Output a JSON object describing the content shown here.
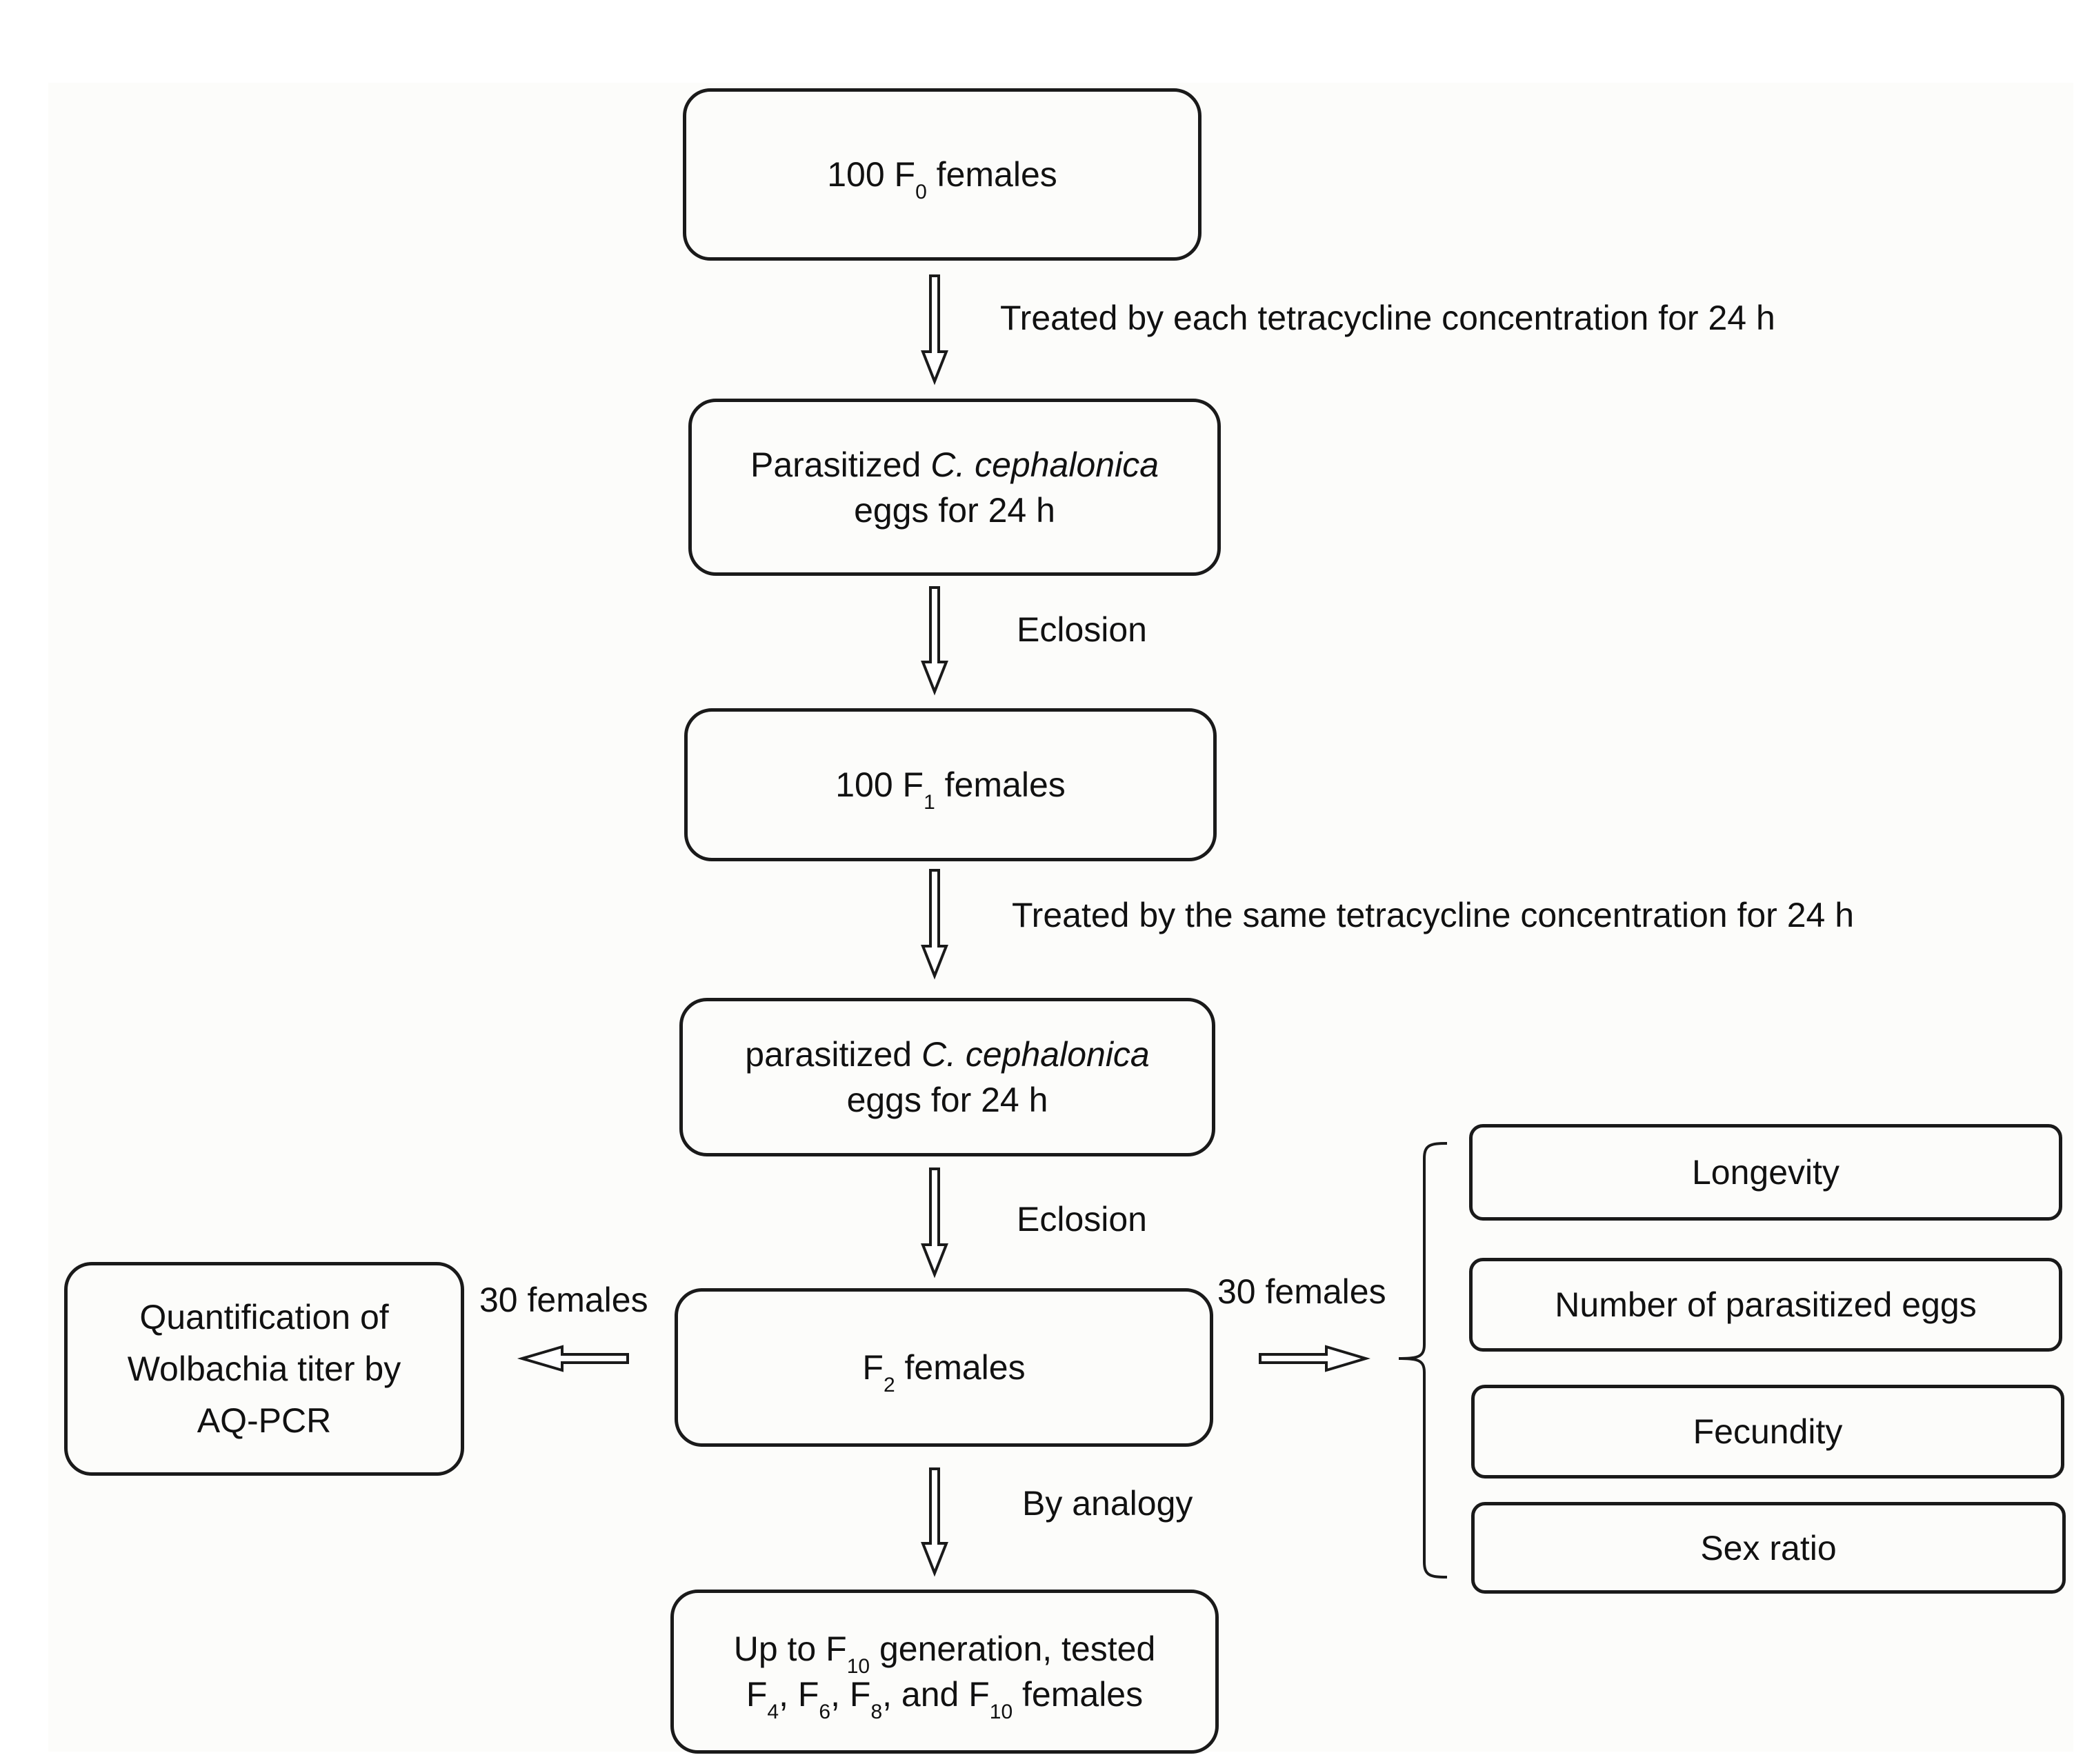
{
  "boxes": {
    "f0": {
      "pre": "100 F",
      "sub": "0",
      "post": " females"
    },
    "parasitized_1": {
      "pre": "Parasitized ",
      "italic": "C. cephalonica",
      "line2": "eggs for 24 h"
    },
    "f1": {
      "pre": "100 F",
      "sub": "1",
      "post": " females"
    },
    "parasitized_2": {
      "pre": "parasitized ",
      "italic": "C. cephalonica",
      "line2": "eggs for 24 h"
    },
    "f2": {
      "pre": "F",
      "sub": "2",
      "post": " females"
    },
    "quantification": {
      "line1": "Quantification of",
      "line2": "Wolbachia  titer by",
      "line3": "AQ-PCR"
    },
    "upto": {
      "line1_pre": "Up to F",
      "line1_sub": "10",
      "line1_post": " generation, tested",
      "f4": "F",
      "f4_sub": "4",
      "f6": ", F",
      "f6_sub": "6",
      "f8": ", F",
      "f8_sub": "8",
      "f10": ", and F",
      "f10_sub": "10",
      "tail": " females"
    },
    "longevity": "Longevity",
    "num_parasitized": "Number of parasitized eggs",
    "fecundity": "Fecundity",
    "sex_ratio": "Sex ratio"
  },
  "labels": {
    "treated_each": "Treated by each tetracycline concentration for 24 h",
    "eclosion_1": "Eclosion",
    "treated_same": "Treated by the same tetracycline concentration for 24 h",
    "eclosion_2": "Eclosion",
    "females_left": "30 females",
    "females_right": "30 females",
    "by_analogy": "By analogy"
  }
}
